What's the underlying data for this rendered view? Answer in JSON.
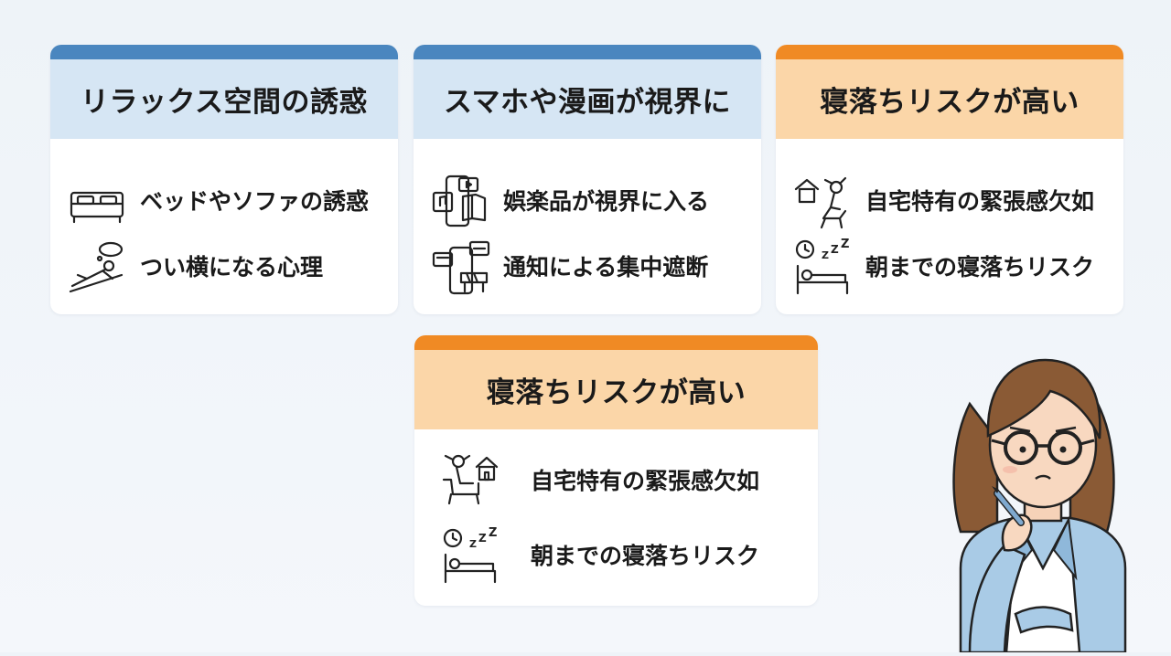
{
  "cards": [
    {
      "title": "リラックス空間の誘惑",
      "items": [
        {
          "icon": "bed-icon",
          "text": "ベッドやソファの誘惑"
        },
        {
          "icon": "lying-person-icon",
          "text": "つい横になる心理"
        }
      ]
    },
    {
      "title": "スマホや漫画が視界に",
      "items": [
        {
          "icon": "phone-entertainment-icon",
          "text": "娯楽品が視界に入る"
        },
        {
          "icon": "phone-notification-icon",
          "text": "通知による集中遮断"
        }
      ]
    },
    {
      "title": "寝落ちリスクが高い",
      "items": [
        {
          "icon": "home-relax-icon",
          "text": "自宅特有の緊張感欠如"
        },
        {
          "icon": "sleep-clock-icon",
          "text": "朝までの寝落ちリスク"
        }
      ]
    },
    {
      "title": "寝落ちリスクが高い",
      "items": [
        {
          "icon": "home-relax-icon",
          "text": "自宅特有の緊張感欠如"
        },
        {
          "icon": "sleep-clock-icon",
          "text": "朝までの寝落ちリスク"
        }
      ]
    }
  ],
  "colors": {
    "blue_bar": "#4a86bf",
    "blue_header": "#d6e6f4",
    "orange_bar": "#f08a24",
    "orange_header": "#fbd6a8"
  },
  "illustration": "thinking-woman-with-glasses-and-pen"
}
